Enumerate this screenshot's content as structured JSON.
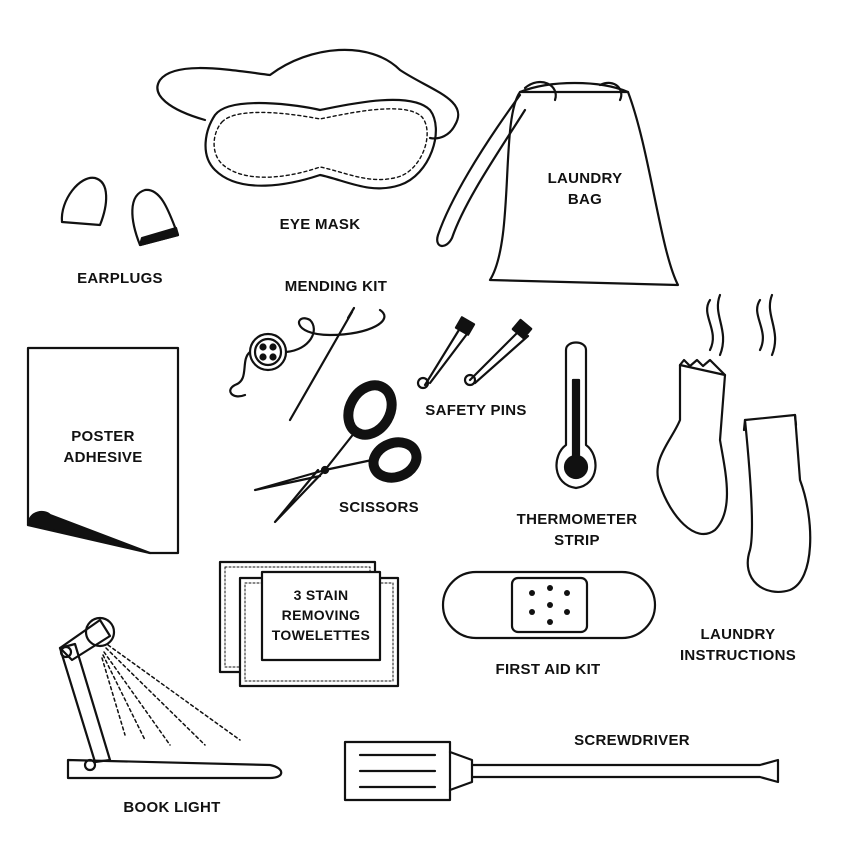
{
  "items": {
    "eye_mask": {
      "label": "EYE MASK"
    },
    "laundry_bag": {
      "line1": "LAUNDRY",
      "line2": "BAG"
    },
    "earplugs": {
      "label": "EARPLUGS"
    },
    "mending_kit": {
      "label": "MENDING KIT"
    },
    "poster_adhesive": {
      "line1": "POSTER",
      "line2": "ADHESIVE"
    },
    "safety_pins": {
      "label": "SAFETY PINS"
    },
    "thermometer_strip": {
      "line1": "THERMOMETER",
      "line2": "STRIP"
    },
    "scissors": {
      "label": "SCISSORS"
    },
    "laundry_instructions": {
      "line1": "LAUNDRY",
      "line2": "INSTRUCTIONS"
    },
    "towelettes": {
      "line1": "3 STAIN",
      "line2": "REMOVING",
      "line3": "TOWELETTES"
    },
    "first_aid_kit": {
      "label": "FIRST AID KIT"
    },
    "screwdriver": {
      "label": "SCREWDRIVER"
    },
    "book_light": {
      "label": "BOOK LIGHT"
    }
  },
  "colors": {
    "ink": "#111111",
    "background": "#ffffff"
  }
}
